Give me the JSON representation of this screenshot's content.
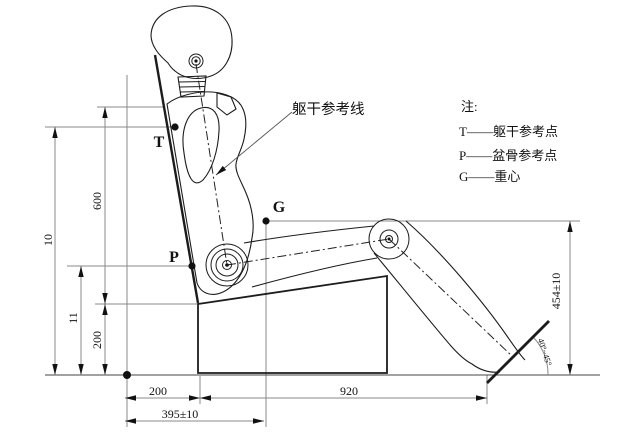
{
  "diagram": {
    "annotation_label": "躯干参考线",
    "legend": {
      "header": "注:",
      "entries": [
        "T——躯干参考点",
        "P——盆骨参考点",
        "G——重心"
      ]
    },
    "point_labels": {
      "torso": "T",
      "pelvis": "P",
      "gravity": "G"
    },
    "dimensions": {
      "torso_point_height": "10",
      "pelvis_point_height": "11",
      "backrest_ref_height": "600",
      "cushion_height": "200",
      "heel_to_cushion": "200",
      "cushion_to_foot": "920",
      "heel_to_gravity": "395±10",
      "gravity_height": "454±10",
      "foot_angle": "40°~45°"
    },
    "colors": {
      "line": "#1c1c1c",
      "dimension": "#8a8a8a",
      "background": "#ffffff"
    }
  }
}
